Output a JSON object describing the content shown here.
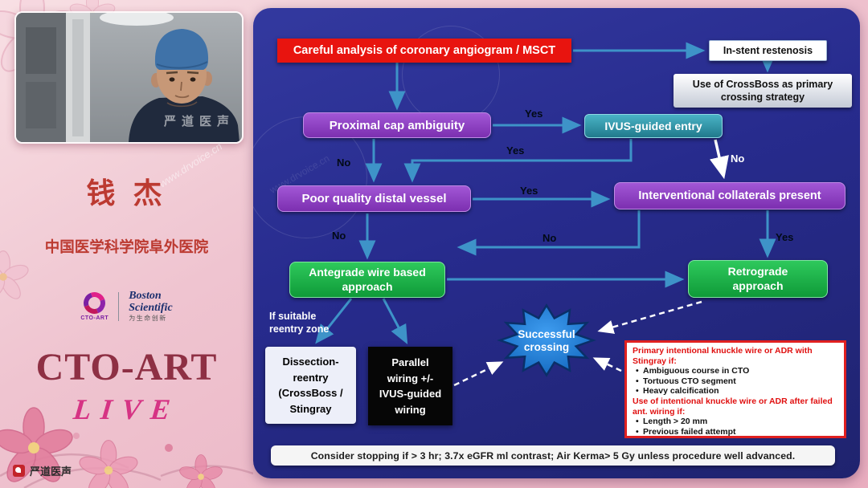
{
  "colors": {
    "accent_red": "#e8140f",
    "node_purple": "#8b3fc8",
    "node_teal": "#2f9bb0",
    "node_green": "#17b04a",
    "star_blue": "#1f7fd4",
    "panel_navy": "#272b8d",
    "brand_maroon": "#8e3044",
    "brand_pink": "#d63384",
    "criteria_border_red": "#e02020"
  },
  "watermark": {
    "brand": "严道医声",
    "url": "www.drvoice.cn"
  },
  "left_panel": {
    "speaker_name": "钱 杰",
    "affiliation": "中国医学科学院阜外医院",
    "cto_logo_label": "CTO-ART",
    "boston_line1": "Boston",
    "boston_line2": "Scientific",
    "boston_tagline": "为生命创新",
    "brand_title": "CTO-ART",
    "brand_subtitle": "LIVE",
    "footer_brand": "严道医声"
  },
  "flowchart": {
    "nodes": {
      "analysis": "Careful analysis of coronary angiogram / MSCT",
      "in_stent_restenosis": "In-stent restenosis",
      "crossboss": "Use of CrossBoss as primary\ncrossing strategy",
      "proximal_cap": "Proximal cap ambiguity",
      "ivus_entry": "IVUS-guided entry",
      "distal_vessel": "Poor quality distal vessel",
      "collaterals": "Interventional collaterals present",
      "antegrade": "Antegrade wire based\napproach",
      "retrograde": "Retrograde\napproach",
      "success": "Successful\ncrossing",
      "dissection_reentry": "Dissection-\nreentry\n(CrossBoss /\nStingray",
      "parallel_wiring": "Parallel\nwiring +/-\nIVUS-guided\nwiring"
    },
    "edge_labels": {
      "yes": "Yes",
      "no": "No",
      "reentry_note": "If suitable\nreentry zone"
    },
    "criteria_box": {
      "heading1": "Primary intentional knuckle wire or ADR with Stingray if:",
      "bullets1": [
        "Ambiguous course in CTO",
        "Tortuous CTO segment",
        "Heavy calcification"
      ],
      "heading2": "Use of intentional knuckle wire or ADR after failed ant. wiring if:",
      "bullets2": [
        "Length > 20 mm",
        "Previous failed attempt"
      ]
    },
    "footer_note": "Consider stopping if > 3 hr; 3.7x eGFR ml contrast; Air Kerma> 5 Gy unless procedure well advanced."
  }
}
